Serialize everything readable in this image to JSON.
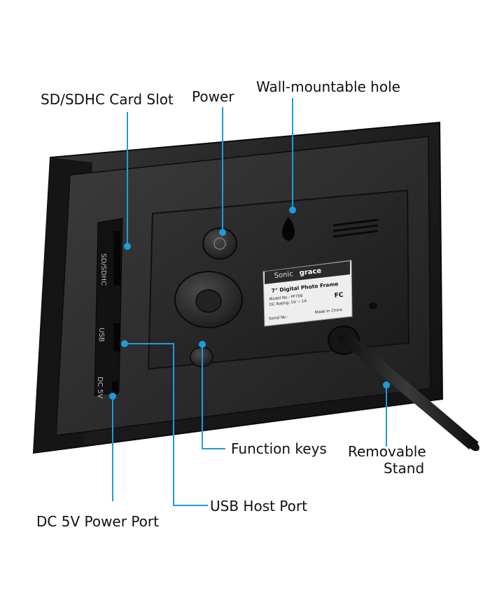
{
  "callouts": {
    "sd_slot": "SD/SDHC Card Slot",
    "power": "Power",
    "wall_hole": "Wall-mountable hole",
    "function_keys": "Function keys",
    "stand_line1": "Removable",
    "stand_line2": "Stand",
    "usb_host": "USB Host Port",
    "dc_power": "DC 5V Power Port"
  },
  "port_labels": {
    "sd": "SD/SDHC",
    "usb": "USB",
    "dc": "DC 5V"
  },
  "product_label": {
    "brand_left": "Sonic",
    "brand_right": "grace",
    "title": "7\" Digital Photo Frame",
    "model": "Model No.: PF706",
    "rating": "DC Rating: 5V ⎓ 1A",
    "fcc": "FC",
    "serial": "Serial No.:",
    "origin": "Made in China"
  },
  "colors": {
    "callout_line": "#1e9be0",
    "frame_body": "#1b1b1b",
    "panel": "#262626",
    "background": "#ffffff"
  }
}
